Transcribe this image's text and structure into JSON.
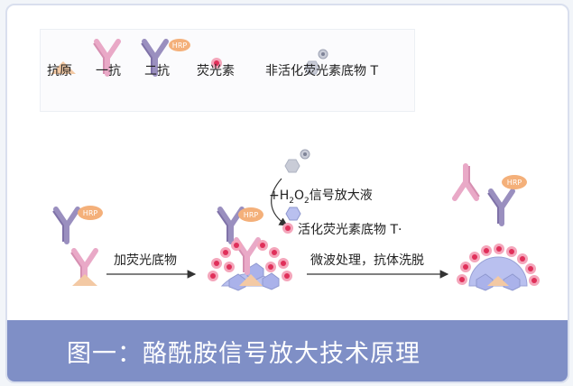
{
  "legend": {
    "antigen": "抗原",
    "primary_antibody": "一抗",
    "secondary_antibody": "二抗",
    "fluorescein": "荧光素",
    "inactive_substrate": "非活化荧光素底物 T"
  },
  "hrp_label": "HRP",
  "steps": {
    "add_substrate": "加荧光底物",
    "h2o2_prefix": "+H",
    "h2o2_sub1": "2",
    "h2o2_o": "O",
    "h2o2_sub2": "2",
    "h2o2_suffix": "信号放大液",
    "activated": "活化荧光素底物 T·",
    "microwave": "微波处理，抗体洗脱"
  },
  "caption": "图一：酪酰胺信号放大技术原理",
  "colors": {
    "antigen": "#f3c9a4",
    "primary_antibody": "#e9a9c7",
    "secondary_antibody": "#9a8fbf",
    "hrp": "#f4b07a",
    "fluor_outer": "#f4a6bb",
    "fluor_inner": "#e0305a",
    "hexagon": "#b8bccb",
    "cell": "#b9c0ef",
    "caption_bar": "#7f8fc6"
  }
}
